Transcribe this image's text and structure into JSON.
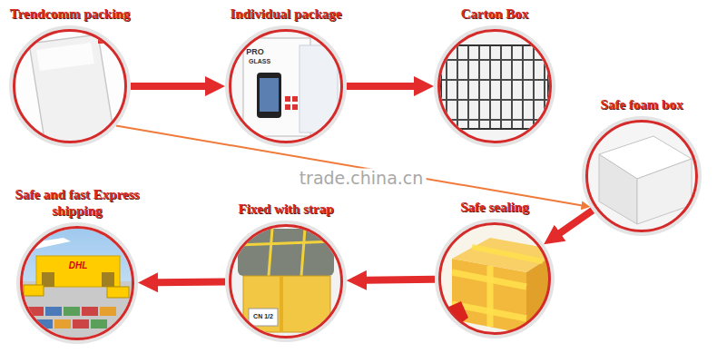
{
  "diagram": {
    "nodes": [
      {
        "text": [
          "Trendcomm packing"
        ]
      },
      {
        "text": [
          "Individual package"
        ]
      },
      {
        "text": [
          "Carton Box"
        ]
      },
      {
        "text": [
          "Safe foam box"
        ]
      },
      {
        "text": [
          "Safe sealing"
        ]
      },
      {
        "text": [
          "Fixed with strap"
        ]
      },
      {
        "text": [
          "Safe and fast Express shipping"
        ]
      }
    ],
    "edges": [
      {
        "from": 0,
        "to": 1,
        "arrow": "to"
      },
      {
        "from": 1,
        "to": 2,
        "arrow": "to"
      },
      {
        "from": 0,
        "to": 3,
        "arrow": "to"
      },
      {
        "from": 3,
        "to": 4,
        "arrow": "to"
      },
      {
        "from": 4,
        "to": 5,
        "arrow": "to"
      },
      {
        "from": 5,
        "to": 6,
        "arrow": "to"
      }
    ],
    "labels": [
      "PRO",
      "GLASS",
      "CN 1/2",
      "DHL",
      "trade.china.cn"
    ]
  }
}
